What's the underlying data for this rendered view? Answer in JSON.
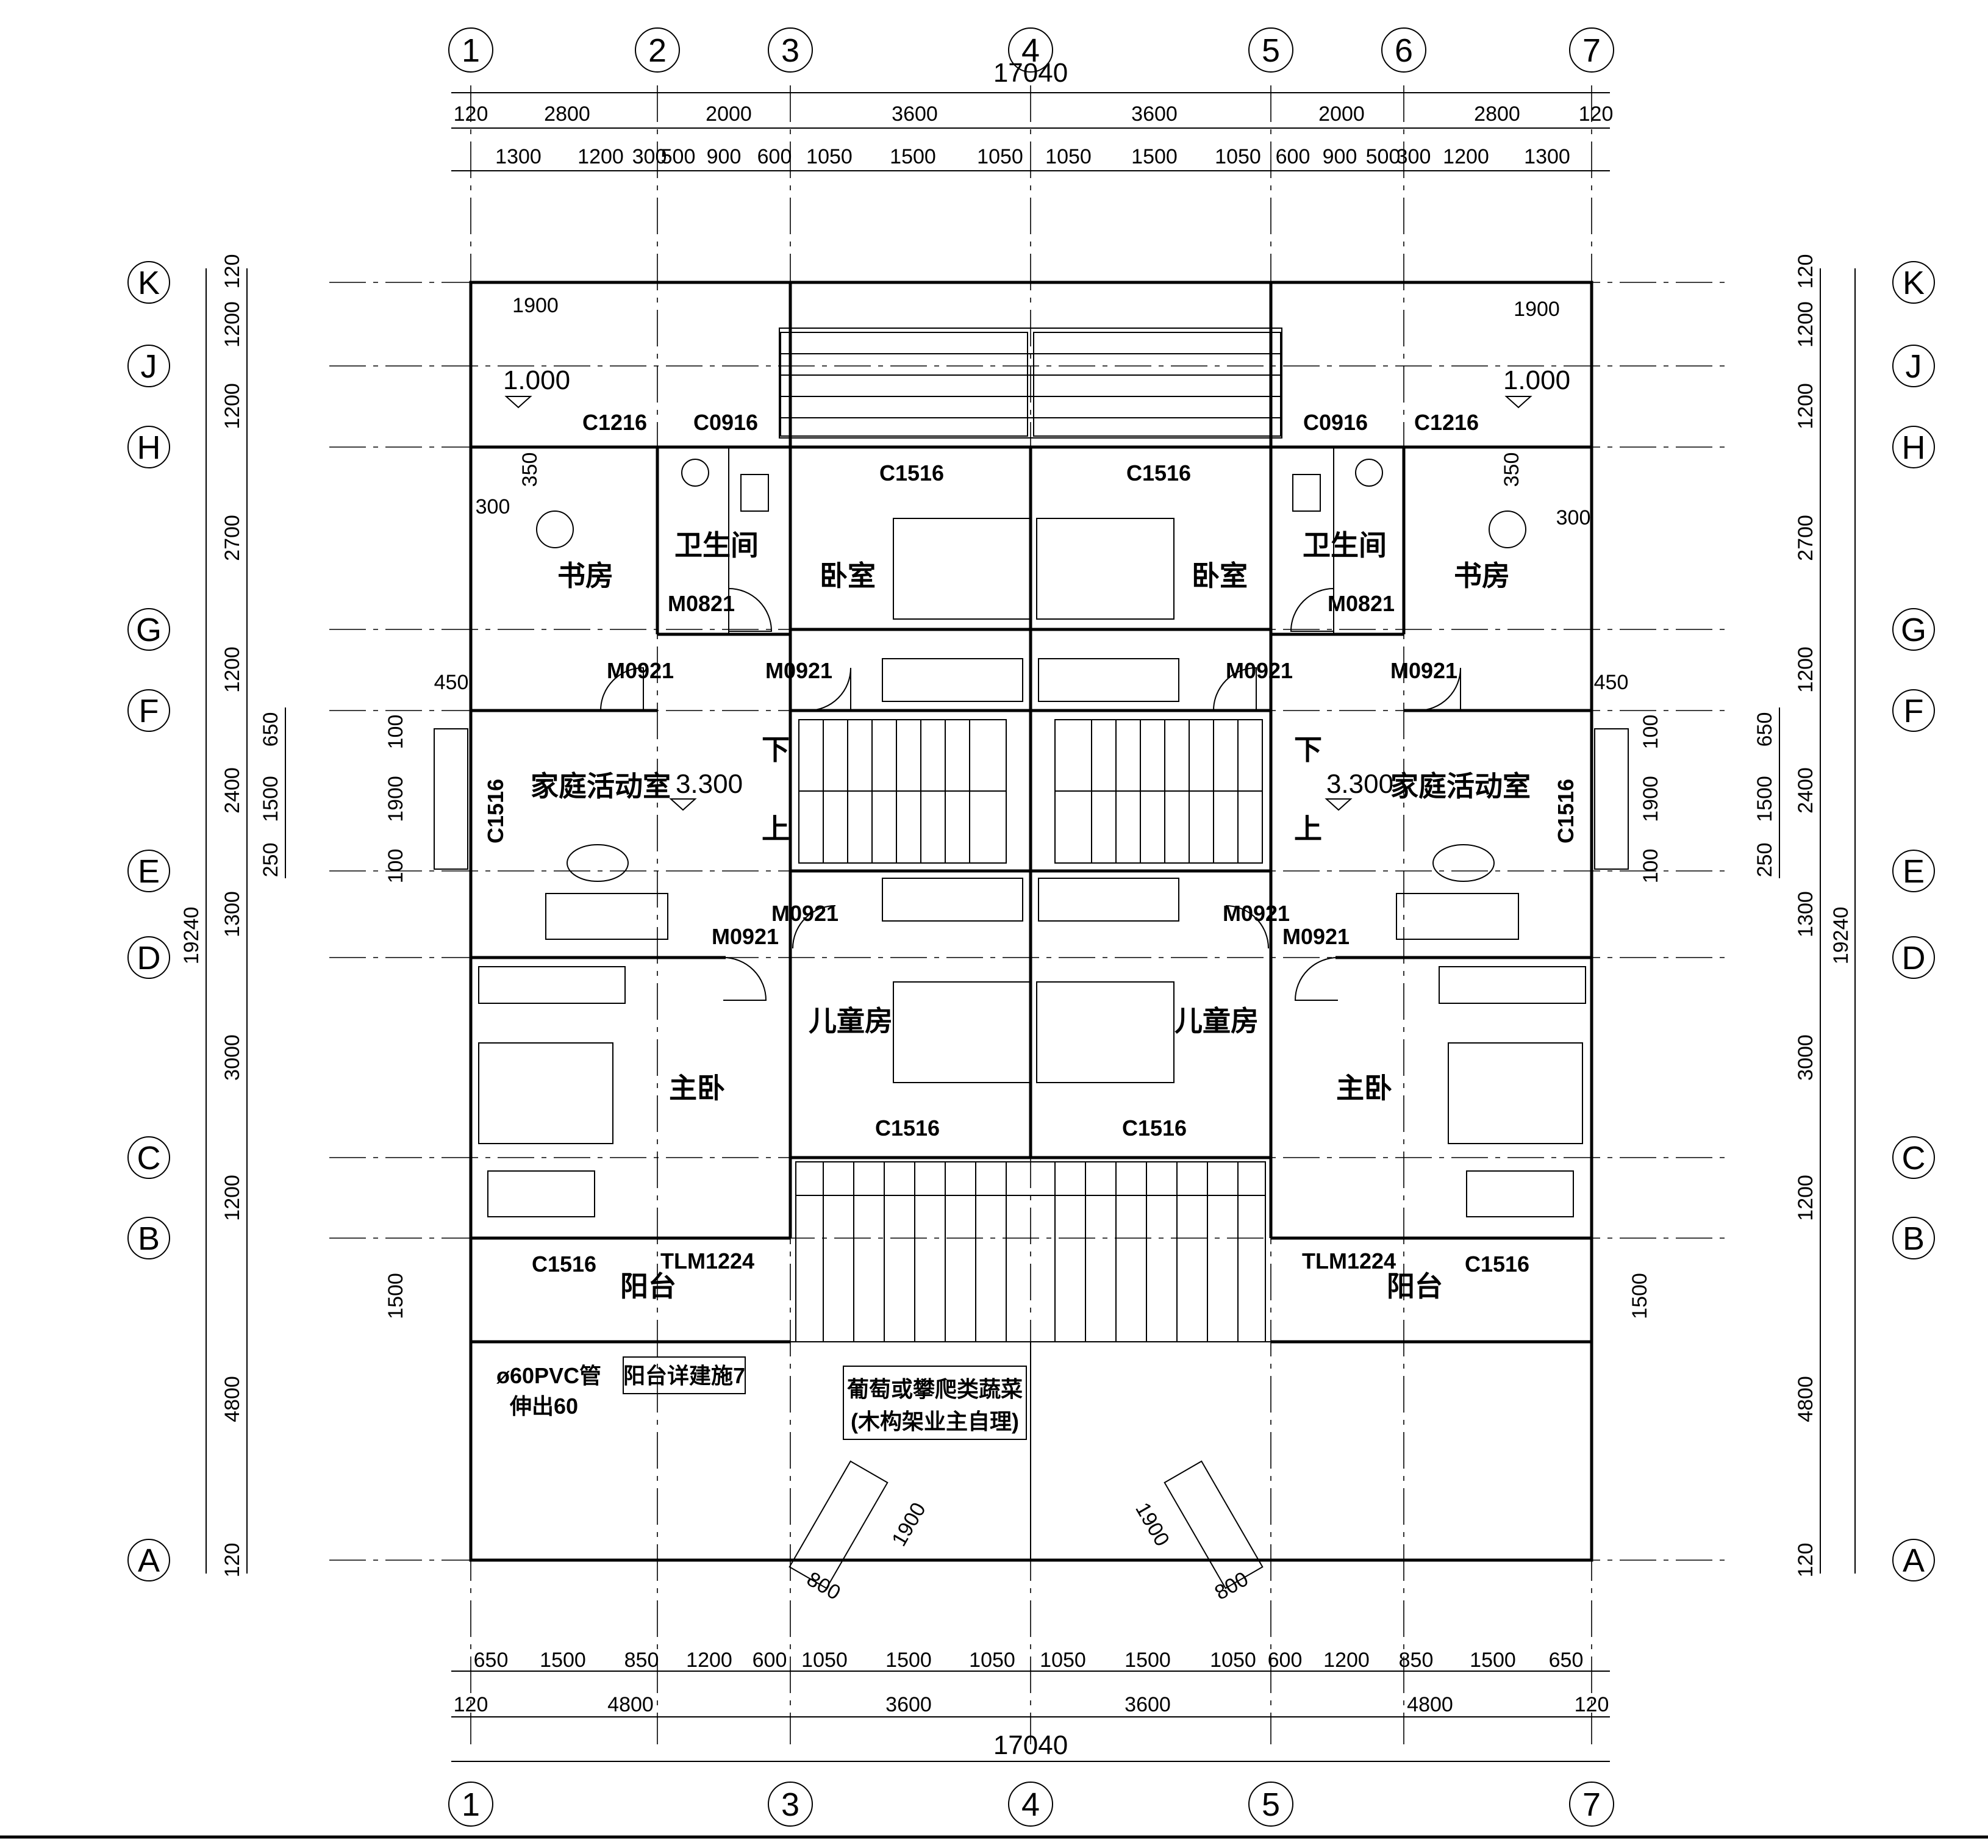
{
  "axes_x": [
    "1",
    "2",
    "3",
    "4",
    "5",
    "6",
    "7"
  ],
  "axes_x_bottom": [
    "1",
    "3",
    "4",
    "5",
    "7"
  ],
  "axes_y": [
    "K",
    "J",
    "H",
    "G",
    "F",
    "E",
    "D",
    "C",
    "B",
    "A"
  ],
  "top": {
    "total": "17040",
    "row1": [
      "120",
      "2800",
      "2000",
      "3600",
      "3600",
      "2000",
      "2800",
      "120"
    ],
    "row2": [
      "1300",
      "1200",
      "300",
      "500",
      "900",
      "600",
      "1050",
      "1500",
      "1050",
      "1050",
      "1500",
      "1050",
      "600",
      "900",
      "500",
      "300",
      "1200",
      "1300"
    ]
  },
  "bottom": {
    "total": "17040",
    "row1": [
      "650",
      "1500",
      "850",
      "1200",
      "600",
      "1050",
      "1500",
      "1050",
      "1050",
      "1500",
      "1050",
      "600",
      "1200",
      "850",
      "1500",
      "650"
    ],
    "row2": [
      "120",
      "4800",
      "3600",
      "3600",
      "4800",
      "120"
    ]
  },
  "left": {
    "total": "19240",
    "segments": [
      "120",
      "1200",
      "1200",
      "2700",
      "1200",
      "2400",
      "1300",
      "3000",
      "1200",
      "4800",
      "120"
    ],
    "small": [
      "650",
      "1500",
      "250",
      "100",
      "100",
      "1900",
      "1500",
      "450"
    ]
  },
  "right": {
    "total": "19240",
    "segments": [
      "120",
      "1200",
      "1200",
      "2700",
      "1200",
      "2400",
      "1300",
      "3000",
      "1200",
      "4800",
      "120"
    ],
    "small": [
      "650",
      "1500",
      "250",
      "100",
      "100",
      "1900",
      "1500",
      "450"
    ]
  },
  "rooms": {
    "study": "书房",
    "bath": "卫生间",
    "bedroom": "卧室",
    "family": "家庭活动室",
    "kids": "儿童房",
    "master": "主卧",
    "balcony": "阳台",
    "down": "下",
    "up": "上"
  },
  "tags": {
    "c1216": "C1216",
    "c0916": "C0916",
    "c1516": "C1516",
    "m0821": "M0821",
    "m0921": "M0921",
    "tlm1224": "TLM1224",
    "d1900": "1900",
    "d350": "350",
    "d300": "300",
    "d800": "800",
    "level1": "1.000",
    "level2": "3.300"
  },
  "notes": {
    "pvc": "ø60PVC管",
    "pvc2": "伸出60",
    "balcony_detail": "阳台详建施7",
    "trellis": "葡萄或攀爬类蔬菜",
    "trellis2": "(木构架业主自理)"
  }
}
